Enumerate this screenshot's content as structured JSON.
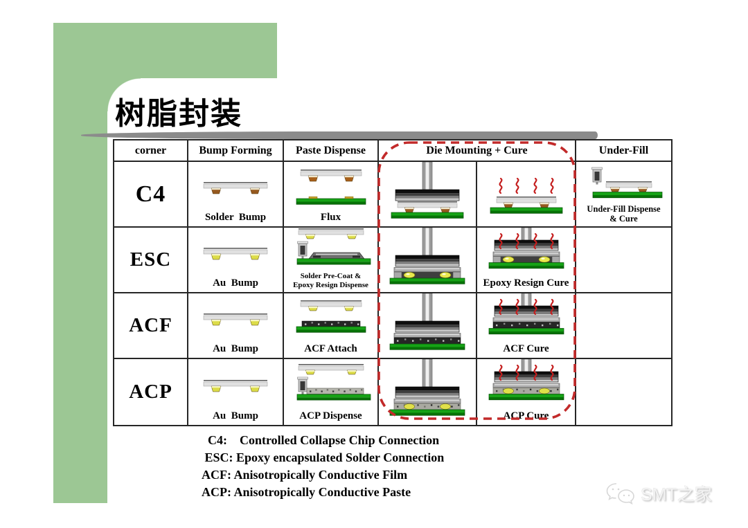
{
  "title": "树脂封装",
  "colors": {
    "accent_green": "#9CC794",
    "divider_gray": "#8B8B8B",
    "highlight_red": "#C22A2A",
    "heat_red": "#C41E1E",
    "substrate_green": "#16A316",
    "gold_bump": "#DCDC48",
    "solder_bump": "#96591F"
  },
  "table": {
    "columns": [
      "",
      "Bump Forming",
      "Paste Dispense",
      "Die Mounting + Cure",
      "Under-Fill"
    ],
    "rows": [
      {
        "name": "C4",
        "cells": [
          {
            "label": "Solder  Bump",
            "diagram": {
              "type": "chip",
              "bump": "solder"
            }
          },
          {
            "label": "Flux",
            "diagram": {
              "type": "chip_substrate",
              "bump": "solder"
            }
          },
          {
            "label": "",
            "diagram": {
              "type": "press",
              "mount": "c4"
            }
          },
          {
            "label": "",
            "diagram": {
              "type": "cure",
              "mount": "c4",
              "tool": false
            }
          },
          {
            "label": "Under-Fill Dispense\n& Cure",
            "label_size": "mid",
            "diagram": {
              "type": "underfill"
            }
          }
        ]
      },
      {
        "name": "ESC",
        "cells": [
          {
            "label": "Au  Bump",
            "diagram": {
              "type": "chip",
              "bump": "au"
            }
          },
          {
            "label": "Solder Pre-Coat &\nEpoxy Resign Dispense",
            "label_size": "small",
            "diagram": {
              "type": "dispense",
              "variant": "precoat"
            }
          },
          {
            "label": "",
            "diagram": {
              "type": "press",
              "mount": "epoxy"
            }
          },
          {
            "label": "Epoxy Resign Cure",
            "diagram": {
              "type": "cure",
              "mount": "epoxy",
              "tool": true
            }
          },
          {
            "label": "",
            "diagram": null
          }
        ]
      },
      {
        "name": "ACF",
        "cells": [
          {
            "label": "Au  Bump",
            "diagram": {
              "type": "chip",
              "bump": "au"
            }
          },
          {
            "label": "ACF Attach",
            "diagram": {
              "type": "attach",
              "variant": "film"
            }
          },
          {
            "label": "",
            "diagram": {
              "type": "press",
              "mount": "film"
            }
          },
          {
            "label": "ACF Cure",
            "diagram": {
              "type": "cure",
              "mount": "film",
              "tool": true
            }
          },
          {
            "label": "",
            "diagram": null
          }
        ]
      },
      {
        "name": "ACP",
        "cells": [
          {
            "label": "Au  Bump",
            "diagram": {
              "type": "chip",
              "bump": "au"
            }
          },
          {
            "label": "ACP Dispense",
            "diagram": {
              "type": "dispense",
              "variant": "paste"
            }
          },
          {
            "label": "",
            "diagram": {
              "type": "press",
              "mount": "paste"
            }
          },
          {
            "label": "ACP Cure",
            "diagram": {
              "type": "cure",
              "mount": "paste",
              "tool": true
            }
          },
          {
            "label": "",
            "diagram": null
          }
        ]
      }
    ]
  },
  "legend": [
    "  C4:    Controlled Collapse Chip Connection",
    " ESC: Epoxy encapsulated Solder Connection",
    "ACF: Anisotropically Conductive Film",
    "ACP: Anisotropically Conductive Paste"
  ],
  "watermark": {
    "label": "SMT之家",
    "icon": "wechat-icon"
  }
}
